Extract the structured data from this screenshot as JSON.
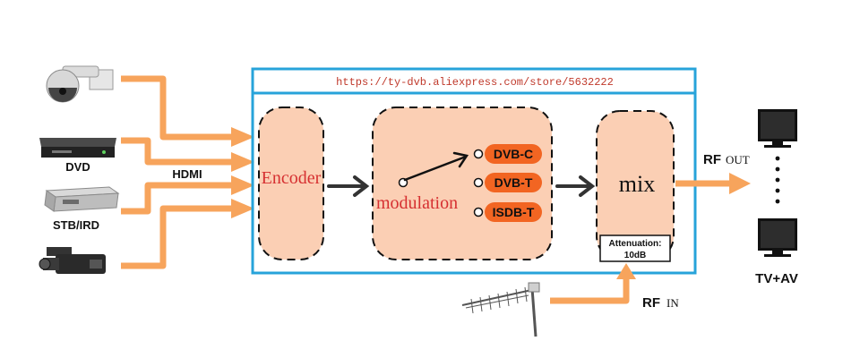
{
  "header": {
    "url": "https://ty-dvb.aliexpress.com/store/5632222"
  },
  "sources": {
    "dvd": "DVD",
    "stb": "STB/IRD",
    "hdmi": "HDMI"
  },
  "blocks": {
    "encoder": "Encoder",
    "modulation": "modulation",
    "mix": "mix",
    "attenuation_line1": "Attenuation:",
    "attenuation_line2": "10dB"
  },
  "standards": [
    "DVB-C",
    "DVB-T",
    "ISDB-T"
  ],
  "rf_out": {
    "rf": "RF",
    "suffix": "OUT"
  },
  "rf_in": {
    "rf": "RF",
    "suffix": "IN"
  },
  "output_label": "TV+AV",
  "colors": {
    "frame": "#27a3da",
    "block_fill": "#fbcfb4",
    "arrow": "#f7a45c",
    "pill": "#f26522",
    "url_text": "#c0392b",
    "encoder_text": "#d63031"
  }
}
